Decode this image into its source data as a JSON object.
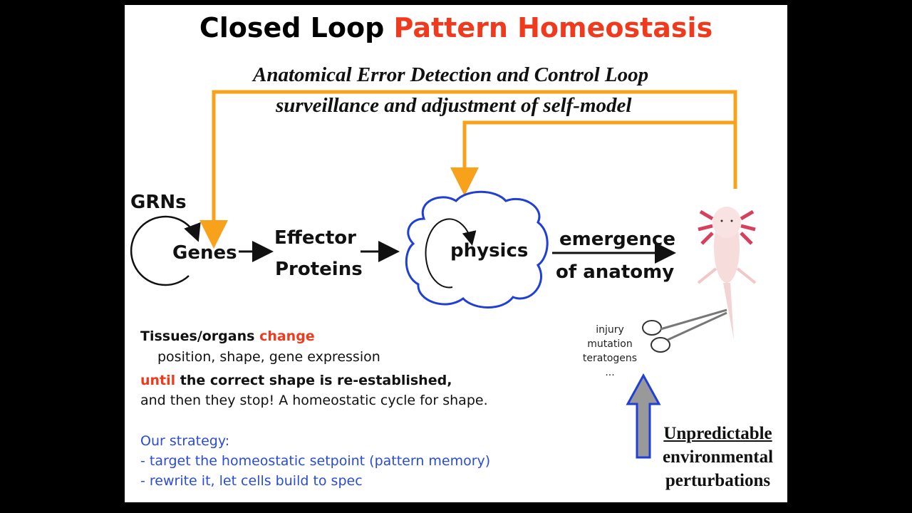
{
  "title": {
    "part1": "Closed Loop",
    "part2": "Pattern Homeostasis"
  },
  "subtitle": {
    "line1": "Anatomical Error Detection and Control Loop",
    "line2": "surveillance and adjustment of self-model"
  },
  "nodes": {
    "grns": "GRNs",
    "genes": "Genes",
    "effector1": "Effector",
    "effector2": "Proteins",
    "physics": "physics",
    "emergence1": "emergence",
    "emergence2": "of anatomy"
  },
  "perturbations": {
    "items": [
      "injury",
      "mutation",
      "teratogens",
      "..."
    ],
    "label1": "Unpredictable",
    "label2": "environmental",
    "label3": "perturbations"
  },
  "text": {
    "tissues": "Tissues/organs",
    "change": "change",
    "position": "position, shape, gene expression",
    "until": "until",
    "correct": "the correct shape is re-established,",
    "stop": "and then they stop!  A homeostatic cycle for shape.",
    "strategy": "Our strategy:",
    "s1": "- target the homeostatic setpoint (pattern memory)",
    "s2": "- rewrite it, let cells build to spec"
  },
  "colors": {
    "accent_red": "#f03a1e",
    "loop_orange": "#f7a21a",
    "cloud_blue": "#1f3fd6",
    "strategy_blue": "#2a4bd7"
  }
}
